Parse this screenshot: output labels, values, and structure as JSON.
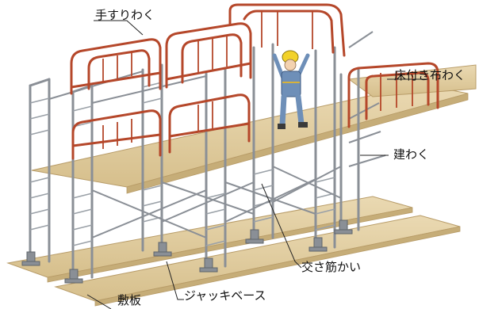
{
  "labels": {
    "handrail_frame": "手すりわく",
    "floor_frame": "床付き布わく",
    "main_frame": "建わく",
    "cross_brace": "交さ筋かい",
    "jack_base": "ジャッキベース",
    "base_plate": "敷板"
  },
  "colors": {
    "handrail": "#b5472a",
    "steel": "#8a8f96",
    "steel_light": "#d8dbe0",
    "plank": "#e2cfa3",
    "plank_edge": "#b89c68",
    "worker_body": "#6e8fb8",
    "worker_helmet": "#f2d22a"
  }
}
